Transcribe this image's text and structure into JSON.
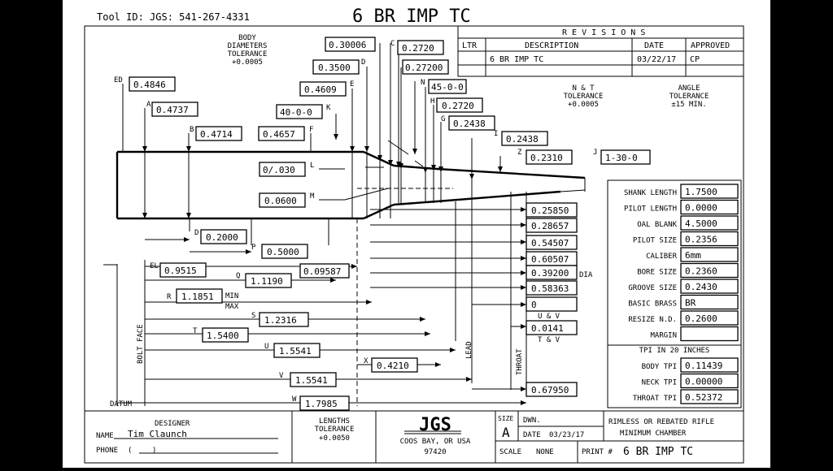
{
  "header": {
    "tool_id": "Tool ID: JGS: 541-267-4331",
    "title": "6 BR IMP TC"
  },
  "revisions": {
    "title": "R E V I S I O N S",
    "col_ltr": "LTR",
    "col_desc": "DESCRIPTION",
    "col_date": "DATE",
    "col_approved": "APPROVED",
    "row_desc": "6 BR IMP TC",
    "row_date": "03/22/17",
    "row_approved": "CP"
  },
  "notes": {
    "body_tol": [
      "BODY",
      "DIAMETERS",
      "TOLERANCE",
      "+0.0005"
    ],
    "nt_tol": [
      "N & T",
      "TOLERANCE",
      "+0.0005"
    ],
    "angle_tol": [
      "ANGLE",
      "TOLERANCE",
      "±15 MIN."
    ]
  },
  "dims": {
    "ED": "0.4846",
    "A": "0.4737",
    "B": "0.4714",
    "F": "0.4657",
    "K": "40-0-0",
    "L": "0/.030",
    "M": "0.0600",
    "C1": "0.30006",
    "C2": "0.2720",
    "D1": "0.3500",
    "D2": "0.27200",
    "E": "0.4609",
    "N": "45-0-0",
    "H": "0.2720",
    "G": "0.2438",
    "I": "0.2438",
    "Z": "0.2310",
    "J": "1-30-0",
    "D": "0.2000",
    "P": "0.5000",
    "EL": "0.9515",
    "Q": "1.1190",
    "Q2": "0.09587",
    "R": "1.1851",
    "S": "1.2316",
    "T": "1.5400",
    "U": "1.5541",
    "X": "0.4210",
    "V": "1.5541",
    "W": "1.7985",
    "r1": "0.25850",
    "r2": "0.28657",
    "r3": "0.54507",
    "r4": "0.60507",
    "r5": "0.39200",
    "r6": "0.58363",
    "r7": "0",
    "r8": "0.0141",
    "r9": "0.67950"
  },
  "letters": {
    "ED": "ED",
    "A": "A",
    "B": "B",
    "F": "F",
    "K": "K",
    "L": "L",
    "M": "M",
    "C": "C",
    "D": "D",
    "E": "E",
    "N": "N",
    "H": "H",
    "G": "G",
    "I": "I",
    "Z": "Z",
    "J": "J",
    "P": "P",
    "EL": "EL",
    "Q": "Q",
    "R": "R",
    "S": "S",
    "T": "T",
    "U": "U",
    "X": "X",
    "V": "V",
    "W": "W"
  },
  "side_labels": {
    "dia": "DIA",
    "min": "MIN",
    "max": "MAX",
    "uv": "U & V",
    "tv": "T & V",
    "bolt_face": "BOLT FACE",
    "lead": "LEAD",
    "throat": "THROAT",
    "datum": "DATUM"
  },
  "specs": [
    {
      "label": "SHANK LENGTH",
      "value": "1.7500"
    },
    {
      "label": "PILOT LENGTH",
      "value": "0.0000"
    },
    {
      "label": "OAL BLANK",
      "value": "4.5000"
    },
    {
      "label": "PILOT SIZE",
      "value": "0.2356"
    },
    {
      "label": "CALIBER",
      "value": "6mm"
    },
    {
      "label": "BORE SIZE",
      "value": "0.2360"
    },
    {
      "label": "GROOVE SIZE",
      "value": "0.2430"
    },
    {
      "label": "BASIC BRASS",
      "value": "BR"
    },
    {
      "label": "RESIZE N.D.",
      "value": "0.2600"
    },
    {
      "label": "MARGIN",
      "value": ""
    }
  ],
  "tpi": {
    "title": "TPI IN 20 INCHES",
    "rows": [
      {
        "label": "BODY TPI",
        "value": "0.11439"
      },
      {
        "label": "NECK TPI",
        "value": "0.00000"
      },
      {
        "label": "THROAT TPI",
        "value": "0.52372"
      }
    ]
  },
  "titleblock": {
    "designer": "DESIGNER",
    "name_label": "NAME",
    "name": "Tim Claunch",
    "phone_label": "PHONE",
    "phone_open": "(",
    "phone_close": ")",
    "lengths_tol": [
      "LENGTHS",
      "TOLERANCE",
      "+0.0050"
    ],
    "logo": "JGS",
    "city": "COOS BAY, OR USA",
    "zip": "97420",
    "size_label": "SIZE",
    "size": "A",
    "dwn": "DWN.",
    "date_label": "DATE",
    "date": "03/23/17",
    "scale_label": "SCALE",
    "scale": "NONE",
    "print_label": "PRINT #",
    "print": "6 BR IMP TC",
    "desc1": "RIMLESS OR REBATED RIFLE",
    "desc2": "MINIMUM CHAMBER"
  }
}
